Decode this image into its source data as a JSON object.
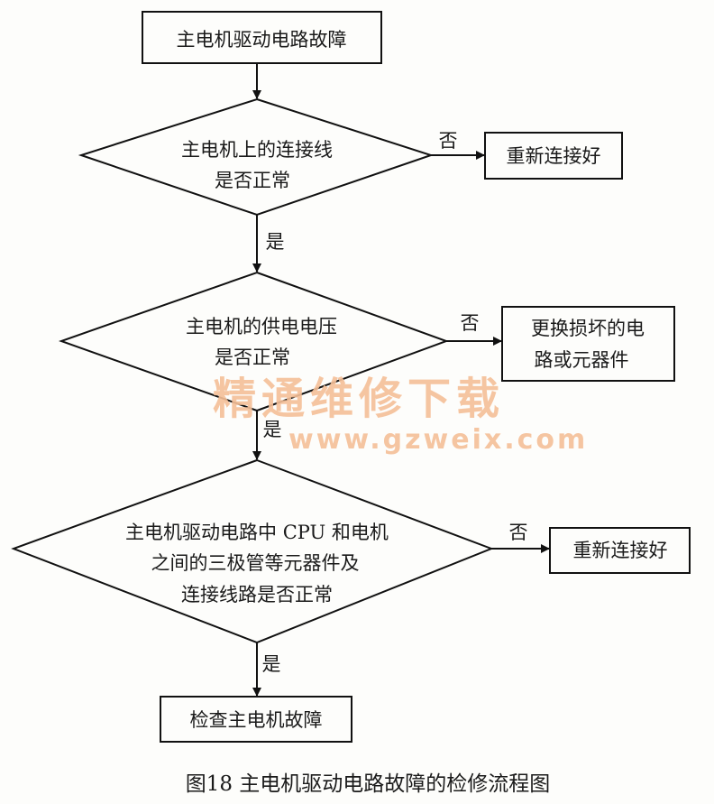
{
  "nodes": {
    "start": "主电机驱动电路故障",
    "d1": [
      "主电机上的连接线",
      "是否正常"
    ],
    "r1": "重新连接好",
    "d2": [
      "主电机的供电电压",
      "是否正常"
    ],
    "r2": [
      "更换损坏的电",
      "路或元器件"
    ],
    "d3": [
      "主电机驱动电路中 CPU 和电机",
      "之间的三极管等元器件及",
      "连接线路是否正常"
    ],
    "r3": "重新连接好",
    "end": "检查主电机故障"
  },
  "labels": {
    "yes": "是",
    "no": "否"
  },
  "watermark": {
    "line1": "精通维修下载",
    "line2": "www.gzweix.com",
    "color": "#f5bf98"
  },
  "caption": "图18   主电机驱动电路故障的检修流程图"
}
